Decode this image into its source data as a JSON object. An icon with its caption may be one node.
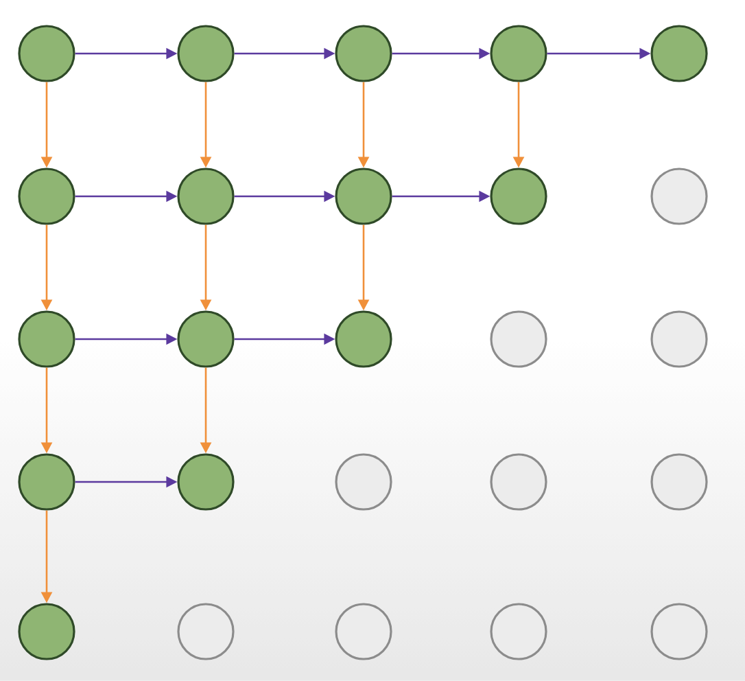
{
  "diagram": {
    "nodes": [
      {
        "text": [],
        "shape": "circle"
      },
      {
        "text": [],
        "shape": "circle"
      },
      {
        "text": [],
        "shape": "circle"
      },
      {
        "text": [],
        "shape": "circle"
      },
      {
        "text": [],
        "shape": "circle"
      },
      {
        "text": [],
        "shape": "circle"
      },
      {
        "text": [],
        "shape": "circle"
      },
      {
        "text": [],
        "shape": "circle"
      },
      {
        "text": [],
        "shape": "circle"
      },
      {
        "text": [],
        "shape": "circle"
      },
      {
        "text": [],
        "shape": "circle"
      },
      {
        "text": [],
        "shape": "circle"
      },
      {
        "text": [],
        "shape": "circle"
      },
      {
        "text": [],
        "shape": "circle"
      },
      {
        "text": [],
        "shape": "circle"
      },
      {
        "text": [],
        "shape": "circle"
      },
      {
        "text": [],
        "shape": "circle"
      },
      {
        "text": [],
        "shape": "circle"
      },
      {
        "text": [],
        "shape": "circle"
      },
      {
        "text": [],
        "shape": "circle"
      },
      {
        "text": [],
        "shape": "circle"
      },
      {
        "text": [],
        "shape": "circle"
      },
      {
        "text": [],
        "shape": "circle"
      },
      {
        "text": [],
        "shape": "circle"
      },
      {
        "text": [],
        "shape": "circle"
      }
    ],
    "edges": [
      {
        "from": 0,
        "to": 1,
        "arrow": "to",
        "color": "#5b3a9e"
      },
      {
        "from": 0,
        "to": 5,
        "arrow": "to",
        "color": "#f0903a"
      },
      {
        "from": 1,
        "to": 2,
        "arrow": "to",
        "color": "#5b3a9e"
      },
      {
        "from": 1,
        "to": 6,
        "arrow": "to",
        "color": "#f0903a"
      },
      {
        "from": 2,
        "to": 3,
        "arrow": "to",
        "color": "#5b3a9e"
      },
      {
        "from": 2,
        "to": 7,
        "arrow": "to",
        "color": "#f0903a"
      },
      {
        "from": 3,
        "to": 4,
        "arrow": "to",
        "color": "#5b3a9e"
      },
      {
        "from": 3,
        "to": 8,
        "arrow": "to",
        "color": "#f0903a"
      },
      {
        "from": 5,
        "to": 6,
        "arrow": "to",
        "color": "#5b3a9e"
      },
      {
        "from": 5,
        "to": 10,
        "arrow": "to",
        "color": "#f0903a"
      },
      {
        "from": 6,
        "to": 7,
        "arrow": "to",
        "color": "#5b3a9e"
      },
      {
        "from": 6,
        "to": 11,
        "arrow": "to",
        "color": "#f0903a"
      },
      {
        "from": 7,
        "to": 8,
        "arrow": "to",
        "color": "#5b3a9e"
      },
      {
        "from": 7,
        "to": 12,
        "arrow": "to",
        "color": "#f0903a"
      },
      {
        "from": 10,
        "to": 11,
        "arrow": "to",
        "color": "#5b3a9e"
      },
      {
        "from": 10,
        "to": 15,
        "arrow": "to",
        "color": "#f0903a"
      },
      {
        "from": 11,
        "to": 12,
        "arrow": "to",
        "color": "#5b3a9e"
      },
      {
        "from": 11,
        "to": 16,
        "arrow": "to",
        "color": "#f0903a"
      },
      {
        "from": 15,
        "to": 16,
        "arrow": "to",
        "color": "#5b3a9e"
      },
      {
        "from": 15,
        "to": 20,
        "arrow": "to",
        "color": "#f0903a"
      }
    ]
  }
}
